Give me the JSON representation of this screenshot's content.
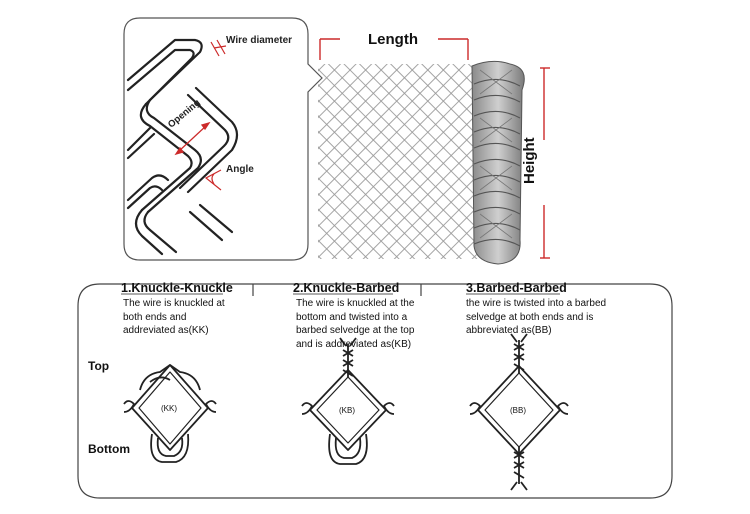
{
  "detail_labels": {
    "wire_diameter": "Wire diameter",
    "opening": "Opening",
    "angle": "Angle"
  },
  "dimensions": {
    "length": "Length",
    "height": "Height"
  },
  "side_labels": {
    "top": "Top",
    "bottom": "Bottom"
  },
  "types": [
    {
      "title": "1.Knuckle-Knuckle",
      "desc": "The wire is knuckled at both ends and addreviated as(KK)",
      "code": "(KK)"
    },
    {
      "title": "2.Knuckle-Barbed",
      "desc": "The wire is knuckled at the bottom and twisted into a barbed selvedge at the top and is addreviated as(KB)",
      "code": "(KB)"
    },
    {
      "title": "3.Barbed-Barbed",
      "desc": "the wire is twisted into a barbed selvedge at both ends and is abbreviated as(BB)",
      "code": "(BB)"
    }
  ],
  "colors": {
    "dimension_line": "#cc2a2a",
    "outline": "#444444",
    "wire": "#333333"
  }
}
